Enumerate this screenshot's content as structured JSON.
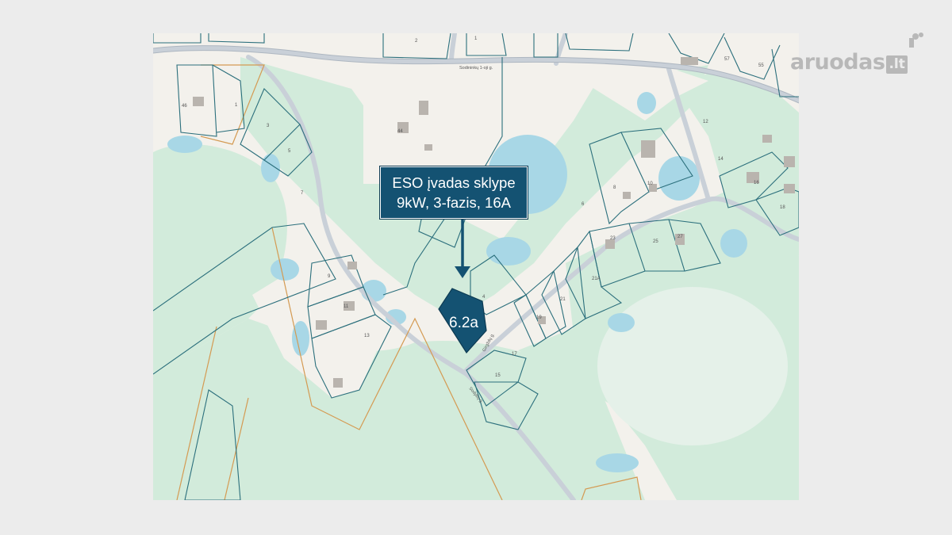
{
  "brand": {
    "name": "aruodas",
    "tld": ".lt",
    "logo_icon": "house-chimney-icon"
  },
  "map": {
    "colors": {
      "background": "#f3f1ec",
      "green": "#d2ebdb",
      "water": "#a8d7e6",
      "road": "#c9d0d8",
      "parcel_border": "#2b6f7c",
      "highlight": "#145272",
      "orange_border": "#d49a52"
    },
    "streets": [
      "Sodininkų 1-oji g.",
      "Girgždų g.",
      "Sodybų g."
    ],
    "parcel_numbers": [
      "2",
      "1",
      "57",
      "55",
      "46",
      "1",
      "3",
      "5",
      "7",
      "44",
      "12",
      "14",
      "8",
      "10",
      "16",
      "18",
      "6",
      "9",
      "11",
      "13",
      "23",
      "25",
      "27",
      "21A",
      "21",
      "19",
      "4",
      "17",
      "15"
    ]
  },
  "callout": {
    "line1": "ESO įvadas sklype",
    "line2": "9kW, 3-fazis, 16A"
  },
  "highlight_parcel": {
    "label": "6.2a"
  }
}
